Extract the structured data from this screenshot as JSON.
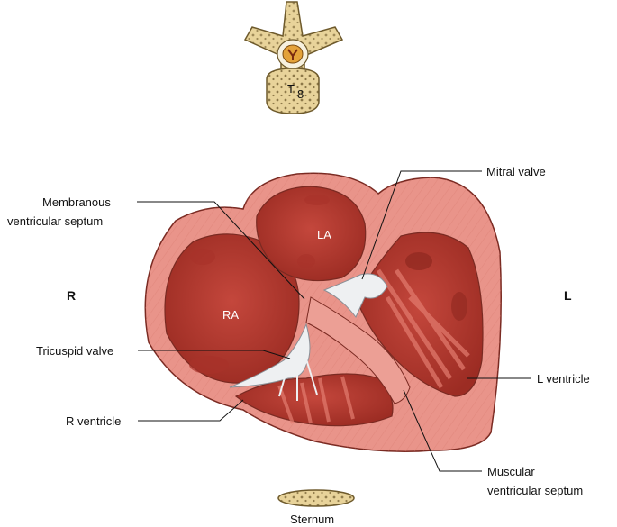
{
  "labels": {
    "membranous_septum": [
      "Membranous",
      "ventricular septum"
    ],
    "mitral_valve": "Mitral valve",
    "tricuspid_valve": "Tricuspid valve",
    "r_ventricle": "R ventricle",
    "l_ventricle": "L ventricle",
    "muscular_septum": [
      "Muscular",
      "ventricular septum"
    ],
    "sternum": "Sternum"
  },
  "chambers": {
    "left_atrium": "LA",
    "right_atrium": "RA"
  },
  "orientation": {
    "right": "R",
    "left": "L"
  },
  "vertebra": {
    "letter": "T",
    "number": "8"
  },
  "colors": {
    "myocardium": "#e9948a",
    "chamber_blood": "#b63a30",
    "valve": "#eef0f2",
    "bone": "#e8d39a",
    "bone_dots": "#6e5a2c",
    "outline": "#7a2a22"
  }
}
